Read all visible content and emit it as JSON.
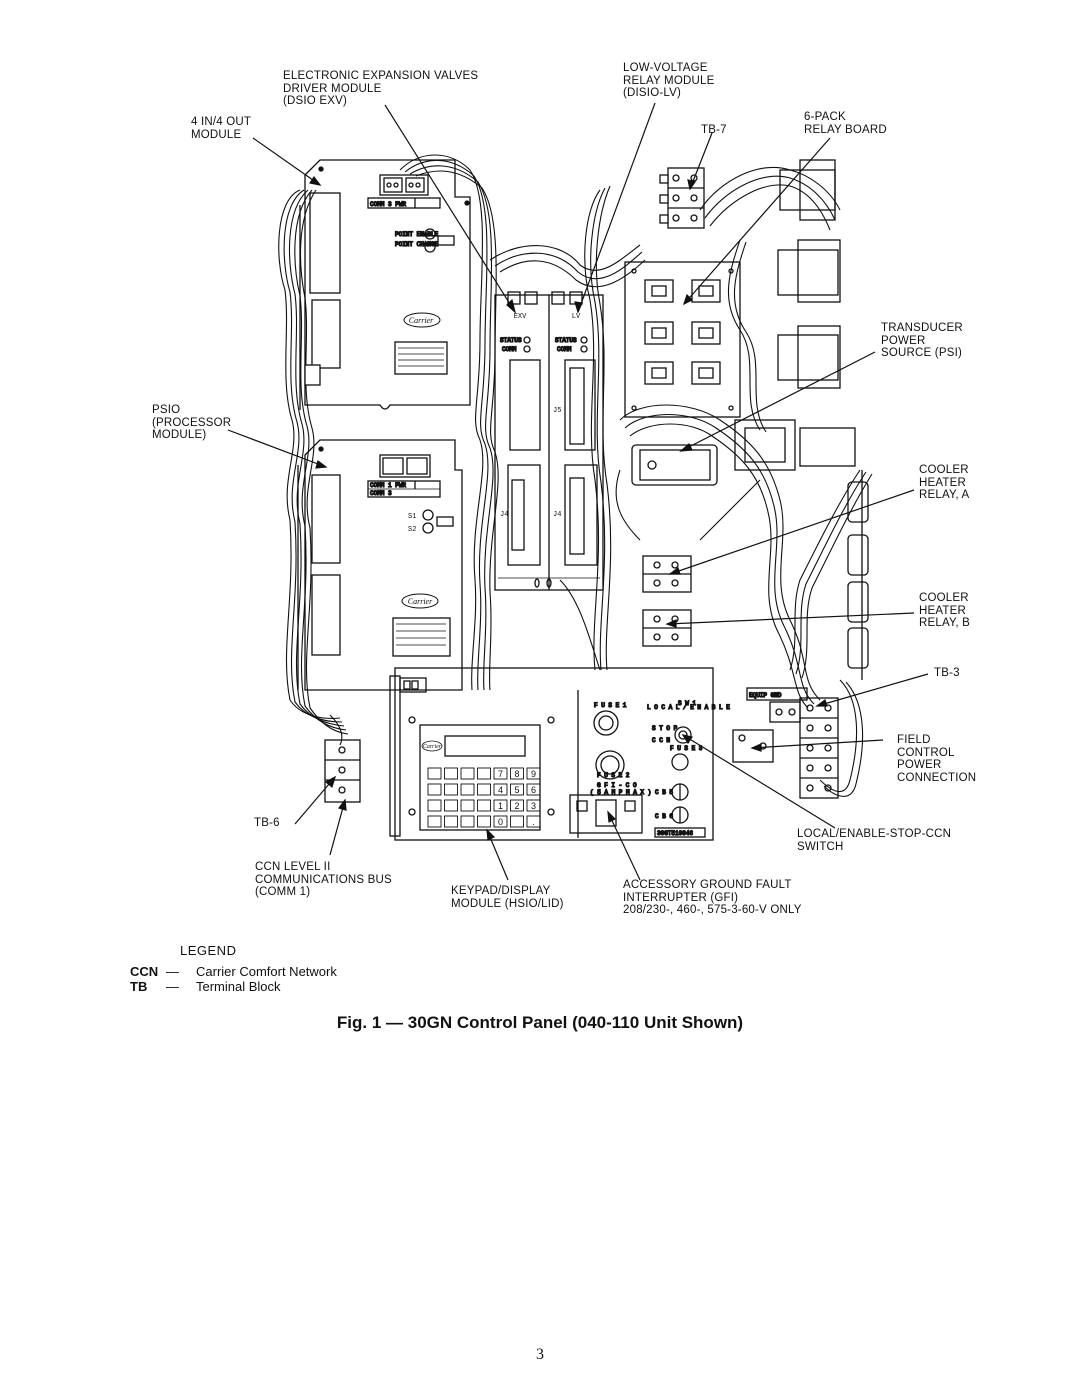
{
  "callouts": [
    {
      "id": "dsio-exv",
      "text": "ELECTRONIC EXPANSION VALVES\nDRIVER MODULE\n(DSIO EXV)"
    },
    {
      "id": "disio-lv",
      "text": "LOW-VOLTAGE\nRELAY MODULE\n(DISIO-LV)"
    },
    {
      "id": "four-in-out",
      "text": "4 IN/4 OUT\nMODULE"
    },
    {
      "id": "six-pack",
      "text": "6-PACK\nRELAY BOARD"
    },
    {
      "id": "tb7",
      "text": "TB-7"
    },
    {
      "id": "transducer",
      "text": "TRANSDUCER\nPOWER\nSOURCE (PSI)"
    },
    {
      "id": "psio",
      "text": "PSIO\n(PROCESSOR\nMODULE)"
    },
    {
      "id": "heater-a",
      "text": "COOLER\nHEATER\nRELAY, A"
    },
    {
      "id": "heater-b",
      "text": "COOLER\nHEATER\nRELAY, B"
    },
    {
      "id": "tb3",
      "text": "TB-3"
    },
    {
      "id": "field-power",
      "text": "FIELD\nCONTROL\nPOWER\nCONNECTION"
    },
    {
      "id": "tb6",
      "text": "TB-6"
    },
    {
      "id": "switch",
      "text": "LOCAL/ENABLE-STOP-CCN\nSWITCH"
    },
    {
      "id": "ccn-bus",
      "text": "CCN LEVEL II\nCOMMUNICATIONS BUS\n(COMM 1)"
    },
    {
      "id": "keypad",
      "text": "KEYPAD/DISPLAY\nMODULE (HSIO/LID)"
    },
    {
      "id": "gfi",
      "text": "ACCESSORY GROUND FAULT\nINTERRUPTER (GFI)\n208/230-, 460-, 575-3-60-V ONLY"
    }
  ],
  "board_labels": {
    "comm3_pwr_top": "COMM 3   PWR",
    "comm1_pwr": "COMM 1   PWR",
    "comm3": "COMM 3",
    "exv": "EXV",
    "lv": "LV",
    "status": "STATUS",
    "comm": "COMM",
    "j5": "J5",
    "j4": "J4",
    "s1": "S1",
    "s2": "S2",
    "carrier": "Carrier",
    "equip_gnd": "EQUIP GND",
    "fuse1": "F U S E  1",
    "sw1": "S W 1",
    "local_enable": "L O C A L /\nE N A B L E",
    "stop": "S T O P",
    "ccn": "C C N",
    "fuse2": "F U S E  2",
    "fuse3": "F U S E  3",
    "gfi_co": "G F I  -  C O",
    "amp_max": "( 5  A M P  M A X )",
    "cb5": "C B 5",
    "cb6": "C B 6",
    "part_no": "30GT510846"
  },
  "keypad_keys": [
    "7",
    "8",
    "9",
    "4",
    "5",
    "6",
    "1",
    "2",
    "3",
    "0",
    "."
  ],
  "legend": {
    "title": "LEGEND",
    "items": [
      {
        "abbr": "CCN",
        "dash": "—",
        "def": "Carrier Comfort Network"
      },
      {
        "abbr": "TB",
        "dash": "—",
        "def": "Terminal Block"
      }
    ]
  },
  "caption": "Fig. 1 — 30GN Control Panel (040-110 Unit Shown)",
  "page_number": "3"
}
